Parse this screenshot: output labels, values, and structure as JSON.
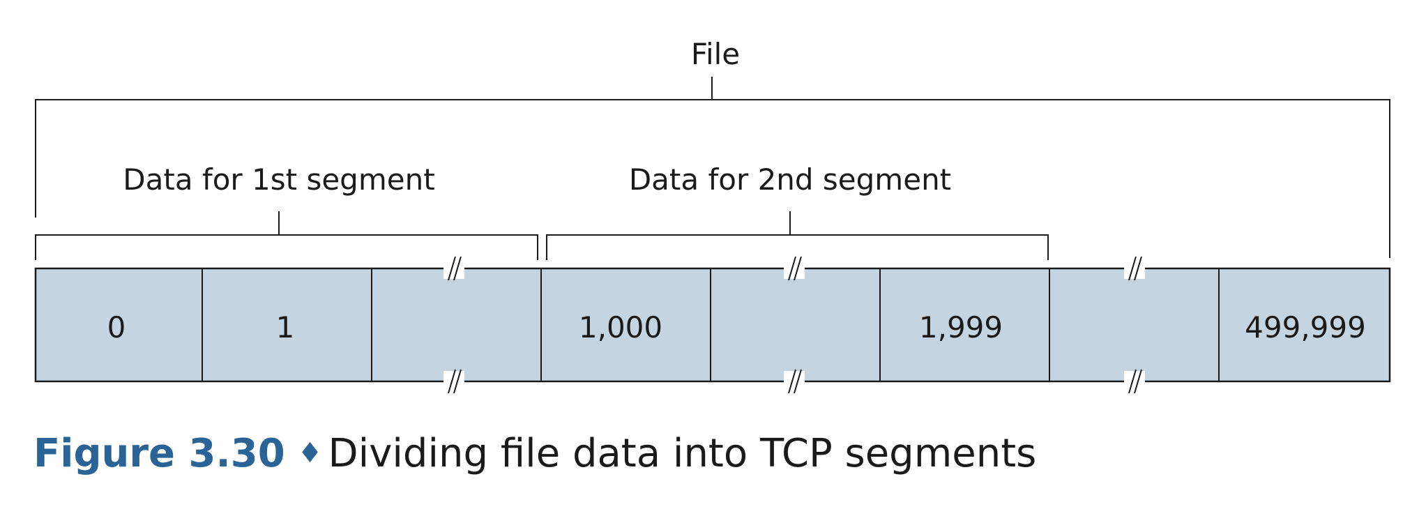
{
  "labels": {
    "file": "File",
    "seg1": "Data for 1st segment",
    "seg2": "Data for 2nd segment"
  },
  "cells": [
    "0",
    "1",
    "",
    "1,000",
    "",
    "1,999",
    "",
    "499,999"
  ],
  "caption": {
    "figure_number": "Figure 3.30",
    "separator": "♦",
    "title": "Dividing file data into TCP segments"
  },
  "colors": {
    "cell_fill": "#c4d4e0",
    "caption_accent": "#2a6496"
  }
}
